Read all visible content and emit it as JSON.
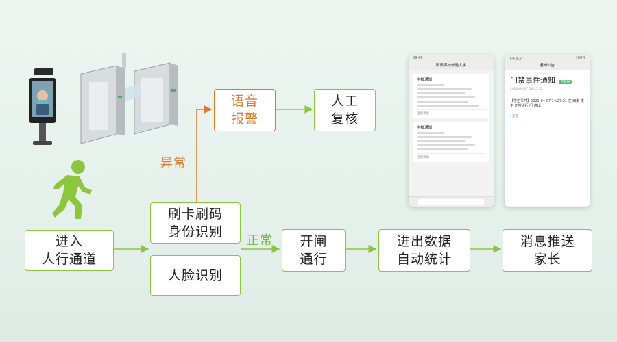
{
  "colors": {
    "green": "#8cc63f",
    "orange": "#e07a2a",
    "person": "#8cc63f"
  },
  "nodes": {
    "enter": [
      "进入",
      "人行通道"
    ],
    "card_scan": [
      "刷卡刷码",
      "身份识别"
    ],
    "face": [
      "人脸识别"
    ],
    "voice_alarm": [
      "语音",
      "报警"
    ],
    "manual_review": [
      "人工",
      "复核"
    ],
    "open_gate": [
      "开闸",
      "通行"
    ],
    "stats": [
      "进出数据",
      "自动统计"
    ],
    "push": [
      "消息推送",
      "家长"
    ]
  },
  "edge_labels": {
    "abnormal": "异常",
    "normal": "正常"
  },
  "icons": {
    "person": "walking-person-icon",
    "face_terminal": "face-recognition-terminal",
    "turnstile": "speed-gate-turnstile"
  },
  "phone1": {
    "time": "09:46",
    "title": "腾讯课校体验大学",
    "cards": [
      {
        "title": "学校通知",
        "more": "查看详情"
      },
      {
        "title": "学校通知",
        "more": "查看详情"
      }
    ]
  },
  "phone2": {
    "time": "下午3:37",
    "battery": "100%",
    "nav_title": "通知公告",
    "title": "门禁事件通知",
    "badge": "已发送",
    "sub": "2021-04-07 14:27:22",
    "body": "【学生事件】2021-04-07 14:27:21 在 西南 发生 正常通行 门 进出",
    "tag": "1查看"
  }
}
